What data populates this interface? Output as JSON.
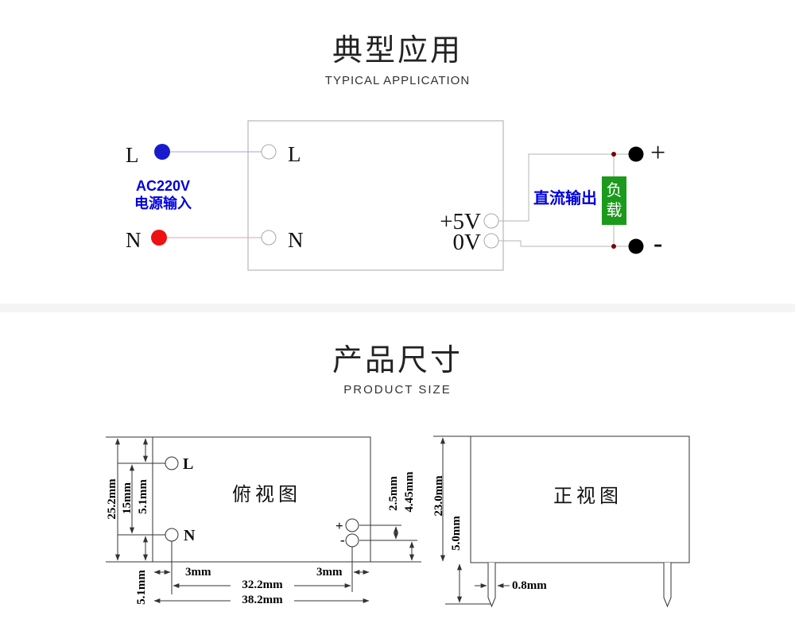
{
  "typical_application": {
    "title": "典型应用",
    "subtitle": "TYPICAL APPLICATION",
    "input_l": "L",
    "input_n": "N",
    "source_line1": "AC220V",
    "source_line2": "电源输入",
    "term_l": "L",
    "term_n": "N",
    "out_pos": "+5V",
    "out_neg": "0V",
    "dc_output": "直流输出",
    "load": "负载",
    "plus": "+",
    "minus": "-"
  },
  "product_size": {
    "title": "产品尺寸",
    "subtitle": "PRODUCT SIZE",
    "top_view": {
      "name": "俯视图",
      "pin_l": "L",
      "pin_n": "N",
      "pin_plus": "+",
      "pin_minus": "-",
      "dim_height": "25.2mm",
      "dim_pin_span": "15mm",
      "dim_top_to_l": "5.1mm",
      "dim_n_to_bottom": "5.1mm",
      "dim_left_margin": "3mm",
      "dim_right_margin": "3mm",
      "dim_pin_pitch": "32.2mm",
      "dim_width": "38.2mm",
      "dim_out_gap": "2.5mm",
      "dim_out_edge": "4.45mm"
    },
    "front_view": {
      "name": "正视图",
      "dim_height": "23.0mm",
      "dim_pin_length": "5.0mm",
      "dim_pin_width": "0.8mm"
    }
  },
  "colors": {
    "accent_blue": "#0000dd",
    "load_green": "#1b9a1b",
    "live_dot": "#1a1acd",
    "neutral_dot": "#ee1111",
    "terminal_black": "#000000",
    "junction_red": "#7a0000",
    "divider_grey": "#f5f5f5"
  }
}
